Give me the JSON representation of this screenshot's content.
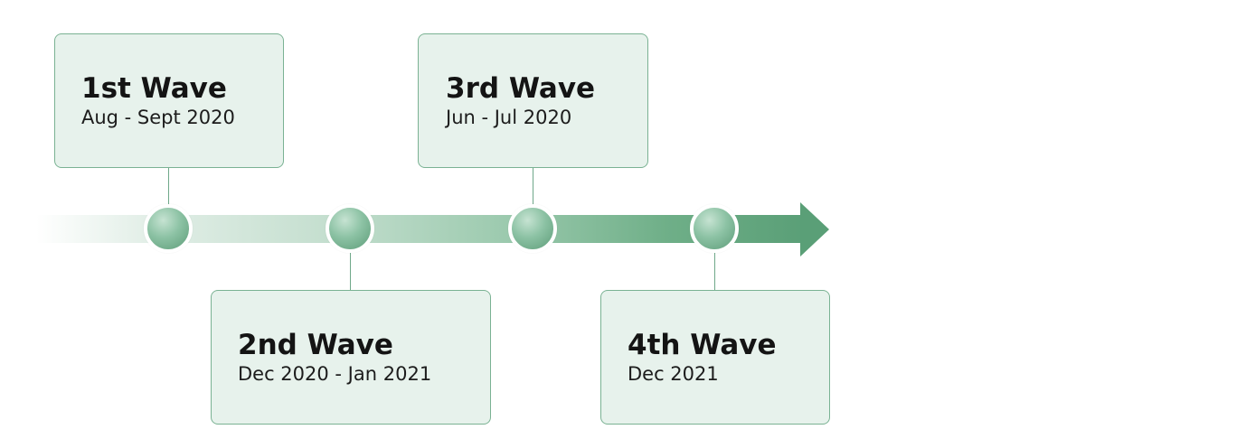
{
  "timeline": {
    "waves": [
      {
        "title": "1st Wave",
        "dates": "Aug - Sept 2020"
      },
      {
        "title": "2nd Wave",
        "dates": "Dec 2020 - Jan 2021"
      },
      {
        "title": "3rd Wave",
        "dates": "Jun - Jul 2020"
      },
      {
        "title": "4th Wave",
        "dates": "Dec 2021"
      }
    ],
    "colors": {
      "card_fill": "#e7f2ec",
      "card_border": "#7ab293",
      "arrow": "#5a9f77",
      "node": "#8cc2a4"
    }
  }
}
